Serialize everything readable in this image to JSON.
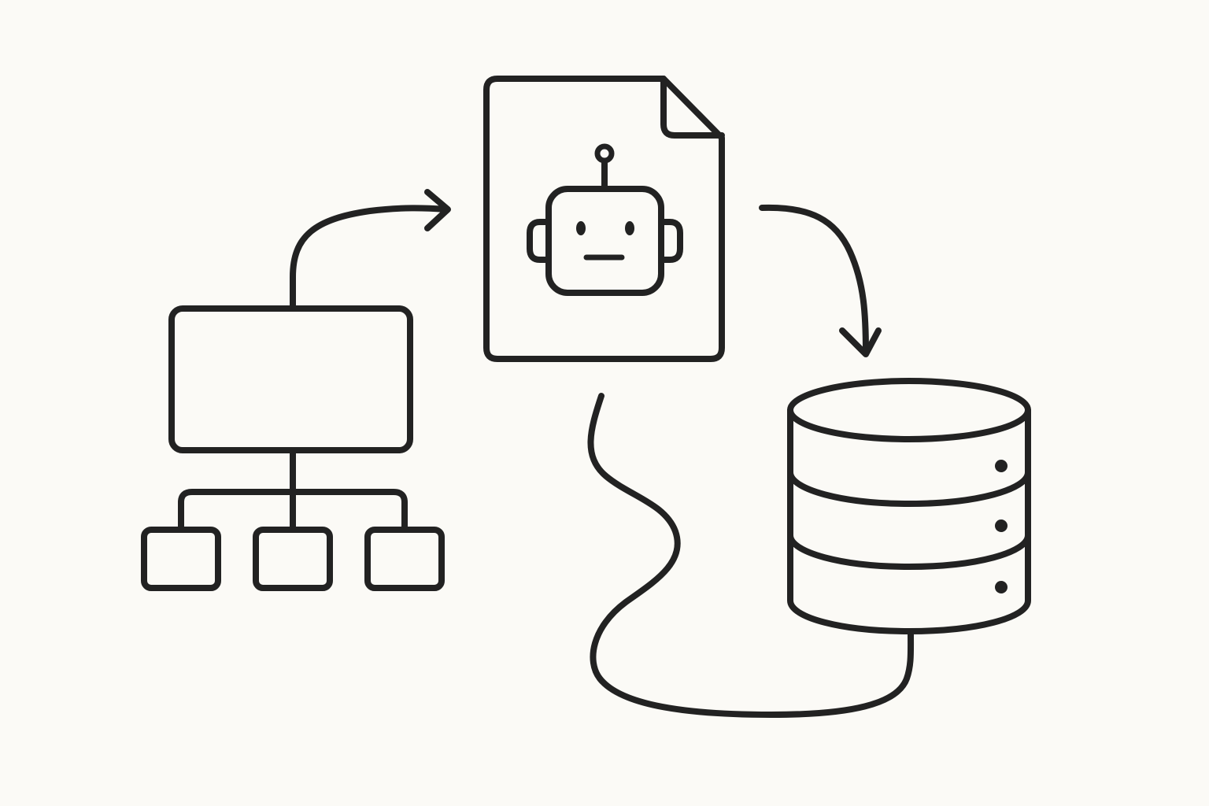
{
  "diagram": {
    "nodes": [
      {
        "id": "org-chart",
        "icon": "hierarchy-icon"
      },
      {
        "id": "ai-document",
        "icon": "robot-document-icon"
      },
      {
        "id": "database",
        "icon": "database-icon"
      }
    ],
    "connectors": [
      {
        "from": "org-chart",
        "to": "ai-document",
        "style": "curved-arrow"
      },
      {
        "from": "ai-document",
        "to": "database",
        "style": "curved-arrow"
      },
      {
        "from": "ai-document",
        "to": "database",
        "style": "wavy-line"
      }
    ],
    "colors": {
      "background": "#fbfaf6",
      "stroke": "#222222"
    }
  }
}
